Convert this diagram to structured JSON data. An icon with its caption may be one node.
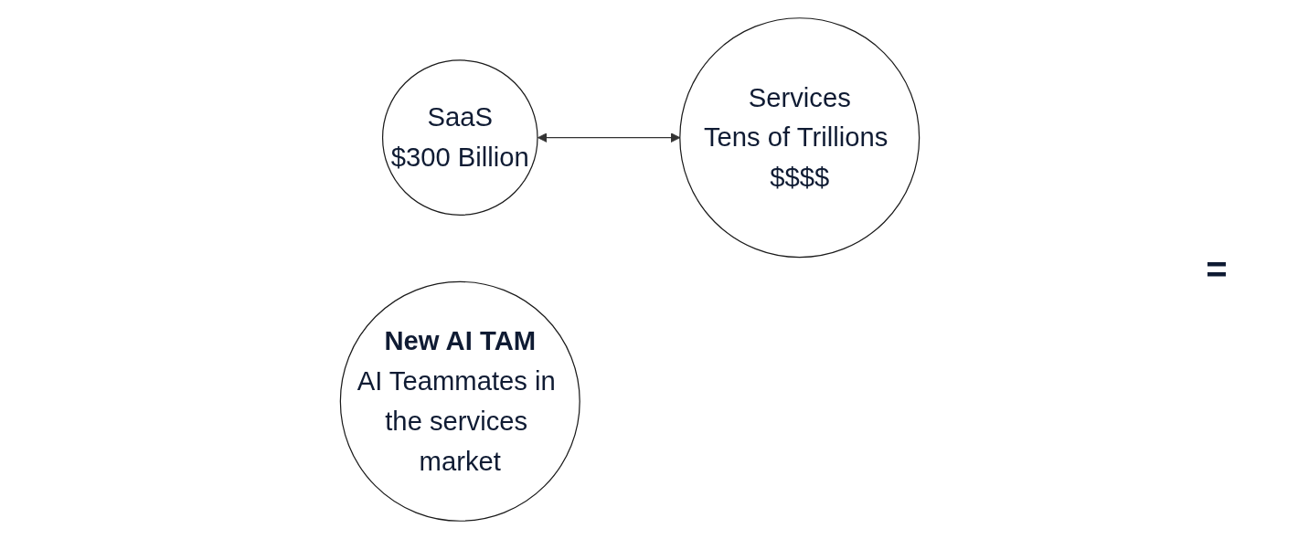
{
  "diagram": {
    "nodes": [
      {
        "text": [
          "SaaS",
          "$300 Billion"
        ]
      },
      {
        "text": [
          "Services",
          "Tens of Trillions $$$$"
        ]
      },
      {
        "text": [
          "New AI TAM",
          "AI Teammates in the services market"
        ]
      }
    ],
    "edges": [
      {
        "from": 0,
        "to": 1,
        "arrow": "both"
      }
    ],
    "labels": [
      "="
    ]
  }
}
